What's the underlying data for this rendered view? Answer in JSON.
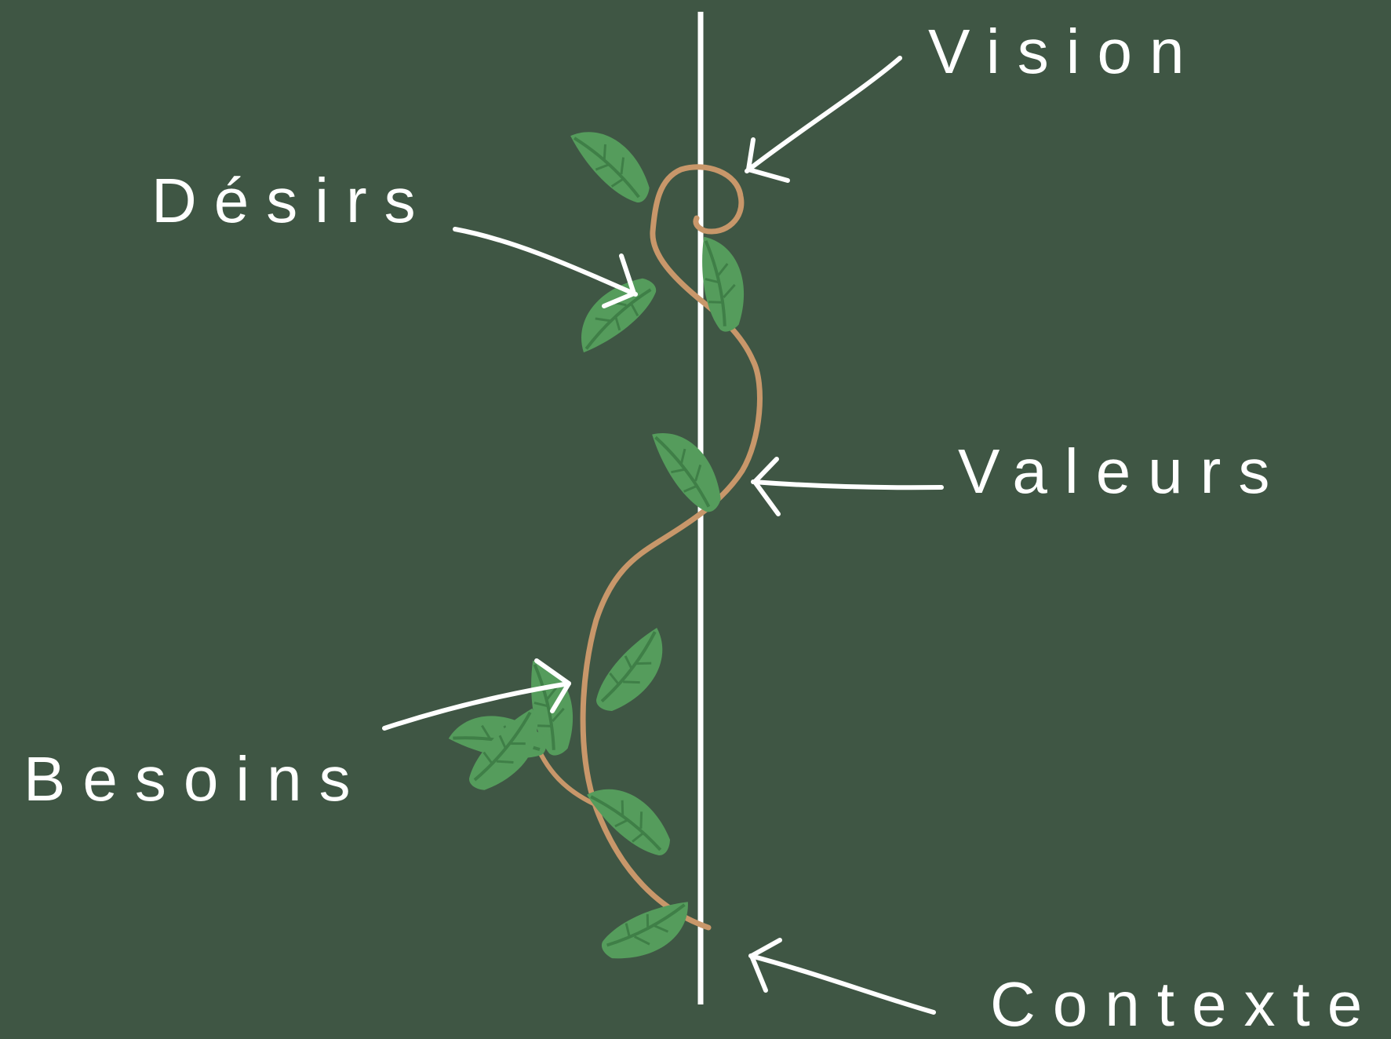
{
  "labels": {
    "vision": "Vision",
    "desirs": "Désirs",
    "valeurs": "Valeurs",
    "besoins": "Besoins",
    "contexte": "Contexte"
  },
  "colors": {
    "background": "#3f5644",
    "text": "#ffffff",
    "stake": "#ffffff",
    "vine": "#c8976a",
    "leaf": "#559c5c",
    "leaf_vein": "#3f7f47"
  },
  "icons": {
    "plant": "climbing-vine-icon",
    "stake": "support-stake",
    "arrow": "hand-drawn-arrow-icon"
  }
}
